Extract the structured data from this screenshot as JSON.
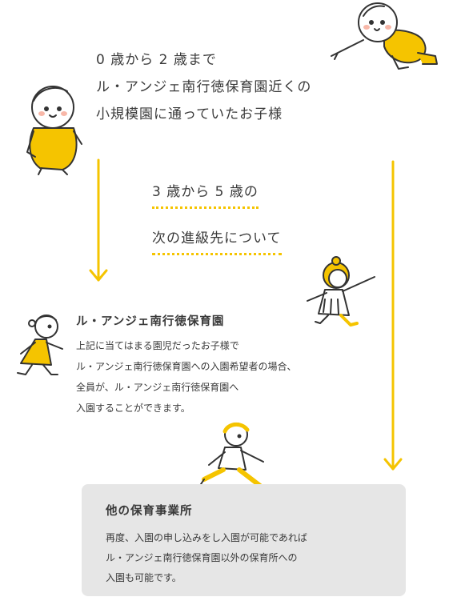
{
  "intro": {
    "lines": [
      "0 歳から 2 歳まで",
      "ル・アンジェ南行徳保育園近くの",
      "小規模園に通っていたお子様"
    ]
  },
  "title": {
    "lines": [
      "3 歳から 5 歳の",
      "次の進級先について"
    ]
  },
  "section_lange": {
    "heading": "ル・アンジェ南行徳保育園",
    "lines": [
      "上記に当てはまる園児だったお子様で",
      "ル・アンジェ南行徳保育園への入園希望者の場合、",
      "全員が、ル・アンジェ南行徳保育園へ",
      "入園することができます。"
    ]
  },
  "section_other": {
    "heading": "他の保育事業所",
    "lines": [
      "再度、入園の申し込みをし入園が可能であれば",
      "ル・アンジェ南行徳保育園以外の保育所への",
      "入園も可能です。"
    ]
  },
  "colors": {
    "accent": "#f5c400",
    "text": "#3a3a3a",
    "box_bg": "#e6e6e6"
  }
}
